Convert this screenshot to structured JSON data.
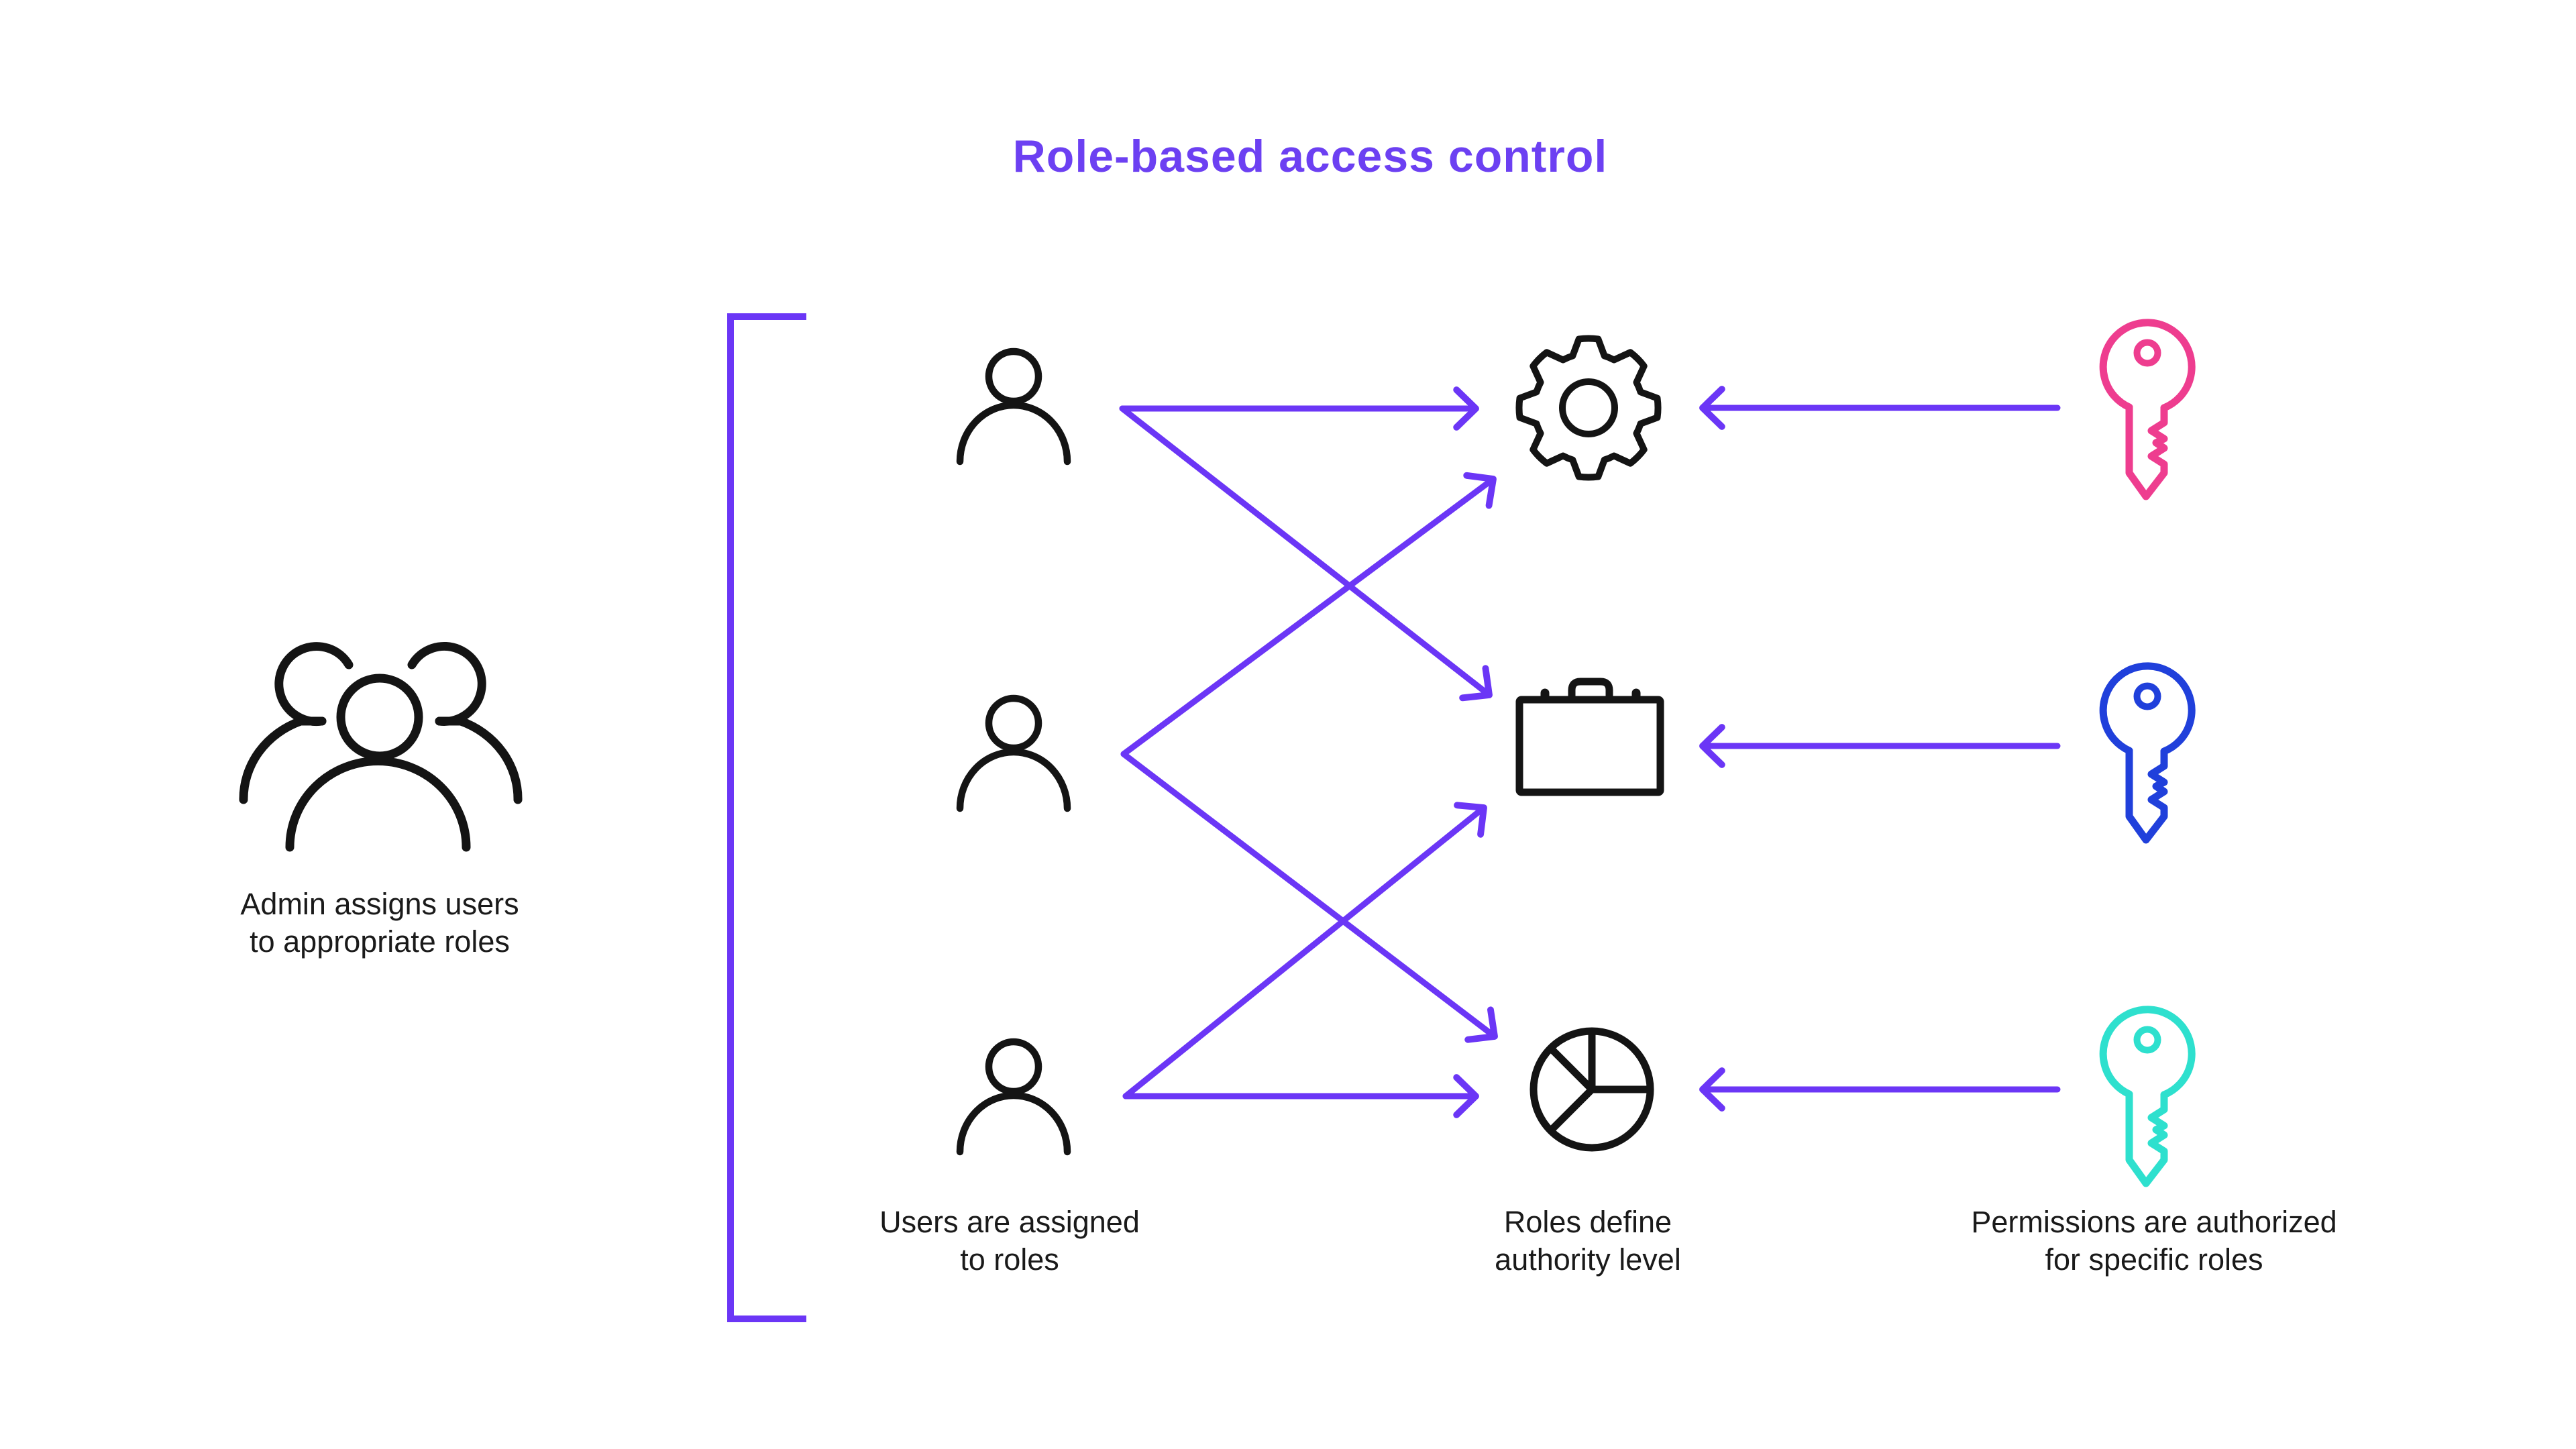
{
  "title": "Role-based access control",
  "colors": {
    "title": "#6C40F2",
    "accent": "#6B36F6",
    "ink": "#141414",
    "text": "#1A1A1A",
    "background": "#FFFFFF",
    "key_pink": "#EE3D8F",
    "key_blue": "#2040DB",
    "key_teal": "#2EE0CE"
  },
  "admin": {
    "icon": "people-group-icon",
    "caption": "Admin assigns users\nto appropriate roles"
  },
  "users": {
    "icon": "user-icon",
    "count": 3,
    "caption": "Users are assigned\nto roles"
  },
  "roles": {
    "icons": [
      "gear-icon",
      "briefcase-icon",
      "pie-chart-icon"
    ],
    "caption": "Roles define\nauthority level"
  },
  "permissions": {
    "icon": "key-icon",
    "caption": "Permissions are authorized\nfor specific roles",
    "keys": [
      {
        "name": "pink-key",
        "color": "#EE3D8F"
      },
      {
        "name": "blue-key",
        "color": "#2040DB"
      },
      {
        "name": "teal-key",
        "color": "#2EE0CE"
      }
    ]
  },
  "connections": {
    "users_to_roles": [
      [
        1,
        1
      ],
      [
        1,
        2
      ],
      [
        2,
        1
      ],
      [
        2,
        3
      ],
      [
        3,
        2
      ],
      [
        3,
        3
      ]
    ],
    "keys_to_roles": [
      [
        1,
        1
      ],
      [
        2,
        2
      ],
      [
        3,
        3
      ]
    ]
  }
}
